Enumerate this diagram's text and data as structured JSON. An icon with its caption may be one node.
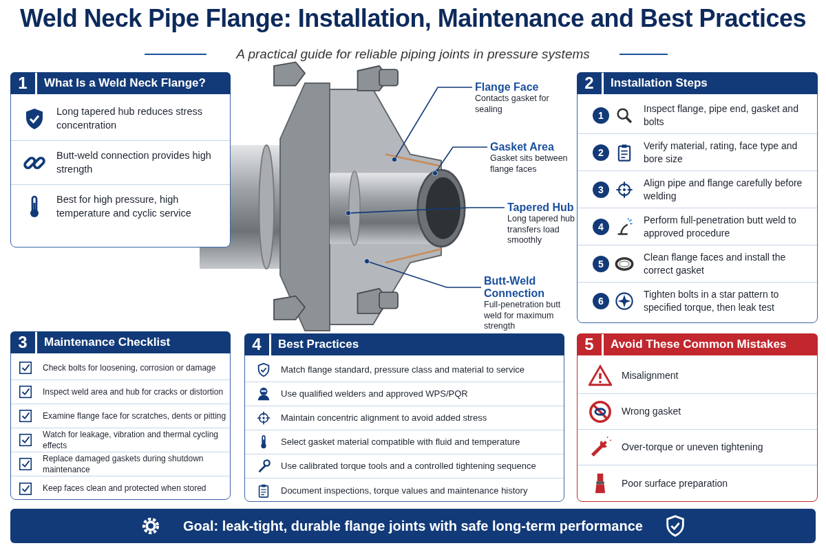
{
  "diagram": {
    "title": "Weld Neck Pipe Flange: Installation, Maintenance and Best Practices",
    "nodes": [
      {
        "text": [
          "1",
          "What Is a Weld Neck Flange?"
        ]
      },
      {
        "text": [
          "Long tapered hub reduces stress concentration"
        ],
        "in": 0
      },
      {
        "text": [
          "Butt-weld connection provides high strength"
        ],
        "in": 0
      },
      {
        "text": [
          "Best for high pressure, high temperature and cyclic service"
        ],
        "in": 0
      },
      {
        "text": [
          "2",
          "Installation Steps"
        ]
      },
      {
        "text": [
          "1",
          "Inspect flange, pipe end, gasket and bolts"
        ],
        "in": 4
      },
      {
        "text": [
          "2",
          "Verify material, rating, face type and bore size"
        ],
        "in": 4
      },
      {
        "text": [
          "3",
          "Align pipe and flange carefully before welding"
        ],
        "in": 4
      },
      {
        "text": [
          "4",
          "Perform full-penetration butt weld to approved procedure"
        ],
        "in": 4
      },
      {
        "text": [
          "5",
          "Clean flange faces and install the correct gasket"
        ],
        "in": 4
      },
      {
        "text": [
          "6",
          "Tighten bolts in a star pattern to specified torque, then leak test"
        ],
        "in": 4
      },
      {
        "text": [
          "3",
          "Maintenance Checklist"
        ]
      },
      {
        "text": [
          "Check bolts for loosening, corrosion or damage"
        ],
        "in": 11
      },
      {
        "text": [
          "Inspect weld area and hub for cracks or distortion"
        ],
        "in": 11
      },
      {
        "text": [
          "Examine flange face for scratches, dents or pitting"
        ],
        "in": 11
      },
      {
        "text": [
          "Watch for leakage, vibration and thermal cycling effects"
        ],
        "in": 11
      },
      {
        "text": [
          "Replace damaged gaskets during shutdown maintenance"
        ],
        "in": 11
      },
      {
        "text": [
          "Keep faces clean and protected when stored"
        ],
        "in": 11
      },
      {
        "text": [
          "4",
          "Best Practices"
        ]
      },
      {
        "text": [
          "Match flange standard, pressure class and material to service"
        ],
        "in": 18
      },
      {
        "text": [
          "Use qualified welders and approved WPS/PQR"
        ],
        "in": 18
      },
      {
        "text": [
          "Maintain concentric alignment to avoid added stress"
        ],
        "in": 18
      },
      {
        "text": [
          "Select gasket material compatible with fluid and temperature"
        ],
        "in": 18
      },
      {
        "text": [
          "Use calibrated torque tools and a controlled tightening sequence"
        ],
        "in": 18
      },
      {
        "text": [
          "Document inspections, torque values and maintenance history"
        ],
        "in": 18
      },
      {
        "text": [
          "5",
          "Avoid These Common Mistakes"
        ]
      },
      {
        "text": [
          "Misalignment"
        ],
        "in": 25
      },
      {
        "text": [
          "Wrong gasket"
        ],
        "in": 25
      },
      {
        "text": [
          "Over-torque or uneven tightening"
        ],
        "in": 25
      },
      {
        "text": [
          "Poor surface preparation"
        ],
        "in": 25
      },
      {
        "text": [
          "Flange Face",
          "Contacts gasket for sealing"
        ]
      },
      {
        "text": [
          "Gasket Area",
          "Gasket sits between flange faces"
        ]
      },
      {
        "text": [
          "Tapered Hub",
          "Long tapered hub transfers load smoothly"
        ]
      },
      {
        "text": [
          "Butt-Weld Connection",
          "Full-penetration butt weld for maximum strength"
        ]
      },
      {
        "text": [
          "Goal: leak-tight, durable flange joints with safe long-term performance"
        ]
      }
    ],
    "edges": [
      {
        "from": 30,
        "to": null,
        "arrow": "other"
      },
      {
        "from": 31,
        "to": null,
        "arrow": "other"
      },
      {
        "from": 32,
        "to": null,
        "arrow": "other"
      },
      {
        "from": 33,
        "to": null,
        "arrow": "other"
      }
    ],
    "labels": [
      "A practical guide for reliable piping joints in pressure systems"
    ]
  }
}
